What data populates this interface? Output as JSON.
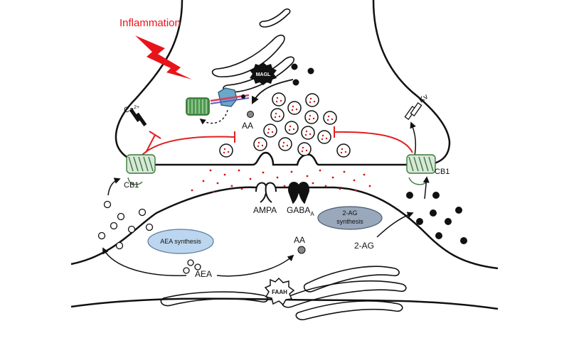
{
  "labels": {
    "inflammation": "Inflammation",
    "magl": "MAGL",
    "aa_top": "AA",
    "ca": "Ca",
    "ca_sup": "2+",
    "kv": "Kv",
    "cb1_left": "CB1",
    "cb1_right": "CB1",
    "ampa": "AMPA",
    "gaba": "GABA",
    "gaba_sub": "A",
    "ag_synthesis_line1": "2-AG",
    "ag_synthesis_line2": "synthesis",
    "ag2": "2-AG",
    "aea_synthesis": "AEA synthesis",
    "aa_bottom": "AA",
    "aea": "AEA",
    "faah": "FAAH"
  },
  "colors": {
    "inhibition": "#e02020",
    "inflammation": "#e8141a",
    "vesicle_dot": "#d01818",
    "aea_synthesis_fill": "#bcd6ef",
    "ag_synthesis_fill": "#9aa8bc",
    "receptor": "#4f9a4f",
    "protein_blue": "#6aa8c8"
  }
}
